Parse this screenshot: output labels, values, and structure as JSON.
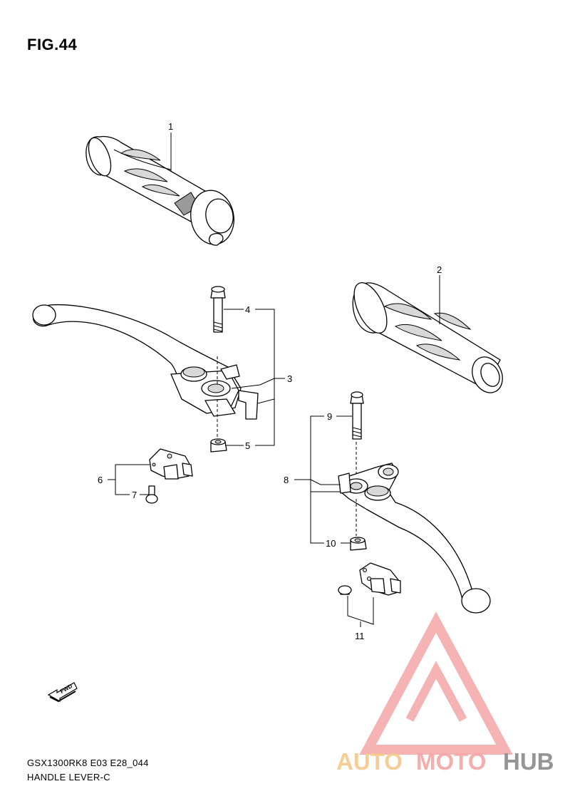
{
  "figure": {
    "title": "FIG.44"
  },
  "footer": {
    "line1": "GSX1300RK8 E03 E28_044",
    "line2": "HANDLE LEVER-C"
  },
  "direction_marker": {
    "label": "FWD"
  },
  "callouts": [
    {
      "id": "callout-1",
      "label": "1"
    },
    {
      "id": "callout-2",
      "label": "2"
    },
    {
      "id": "callout-3",
      "label": "3"
    },
    {
      "id": "callout-4",
      "label": "4"
    },
    {
      "id": "callout-5",
      "label": "5"
    },
    {
      "id": "callout-6",
      "label": "6"
    },
    {
      "id": "callout-7",
      "label": "7"
    },
    {
      "id": "callout-8",
      "label": "8"
    },
    {
      "id": "callout-9",
      "label": "9"
    },
    {
      "id": "callout-10",
      "label": "10"
    },
    {
      "id": "callout-11",
      "label": "11"
    }
  ],
  "watermark": {
    "word_part1": "AUTO",
    "word_part2": "MOTO",
    "word_part3": "HUB",
    "colors": {
      "triangle": "#f4a6a6",
      "auto": "#f6c98a",
      "moto": "#f4a6a6",
      "hub": "#8a8a8a"
    }
  }
}
